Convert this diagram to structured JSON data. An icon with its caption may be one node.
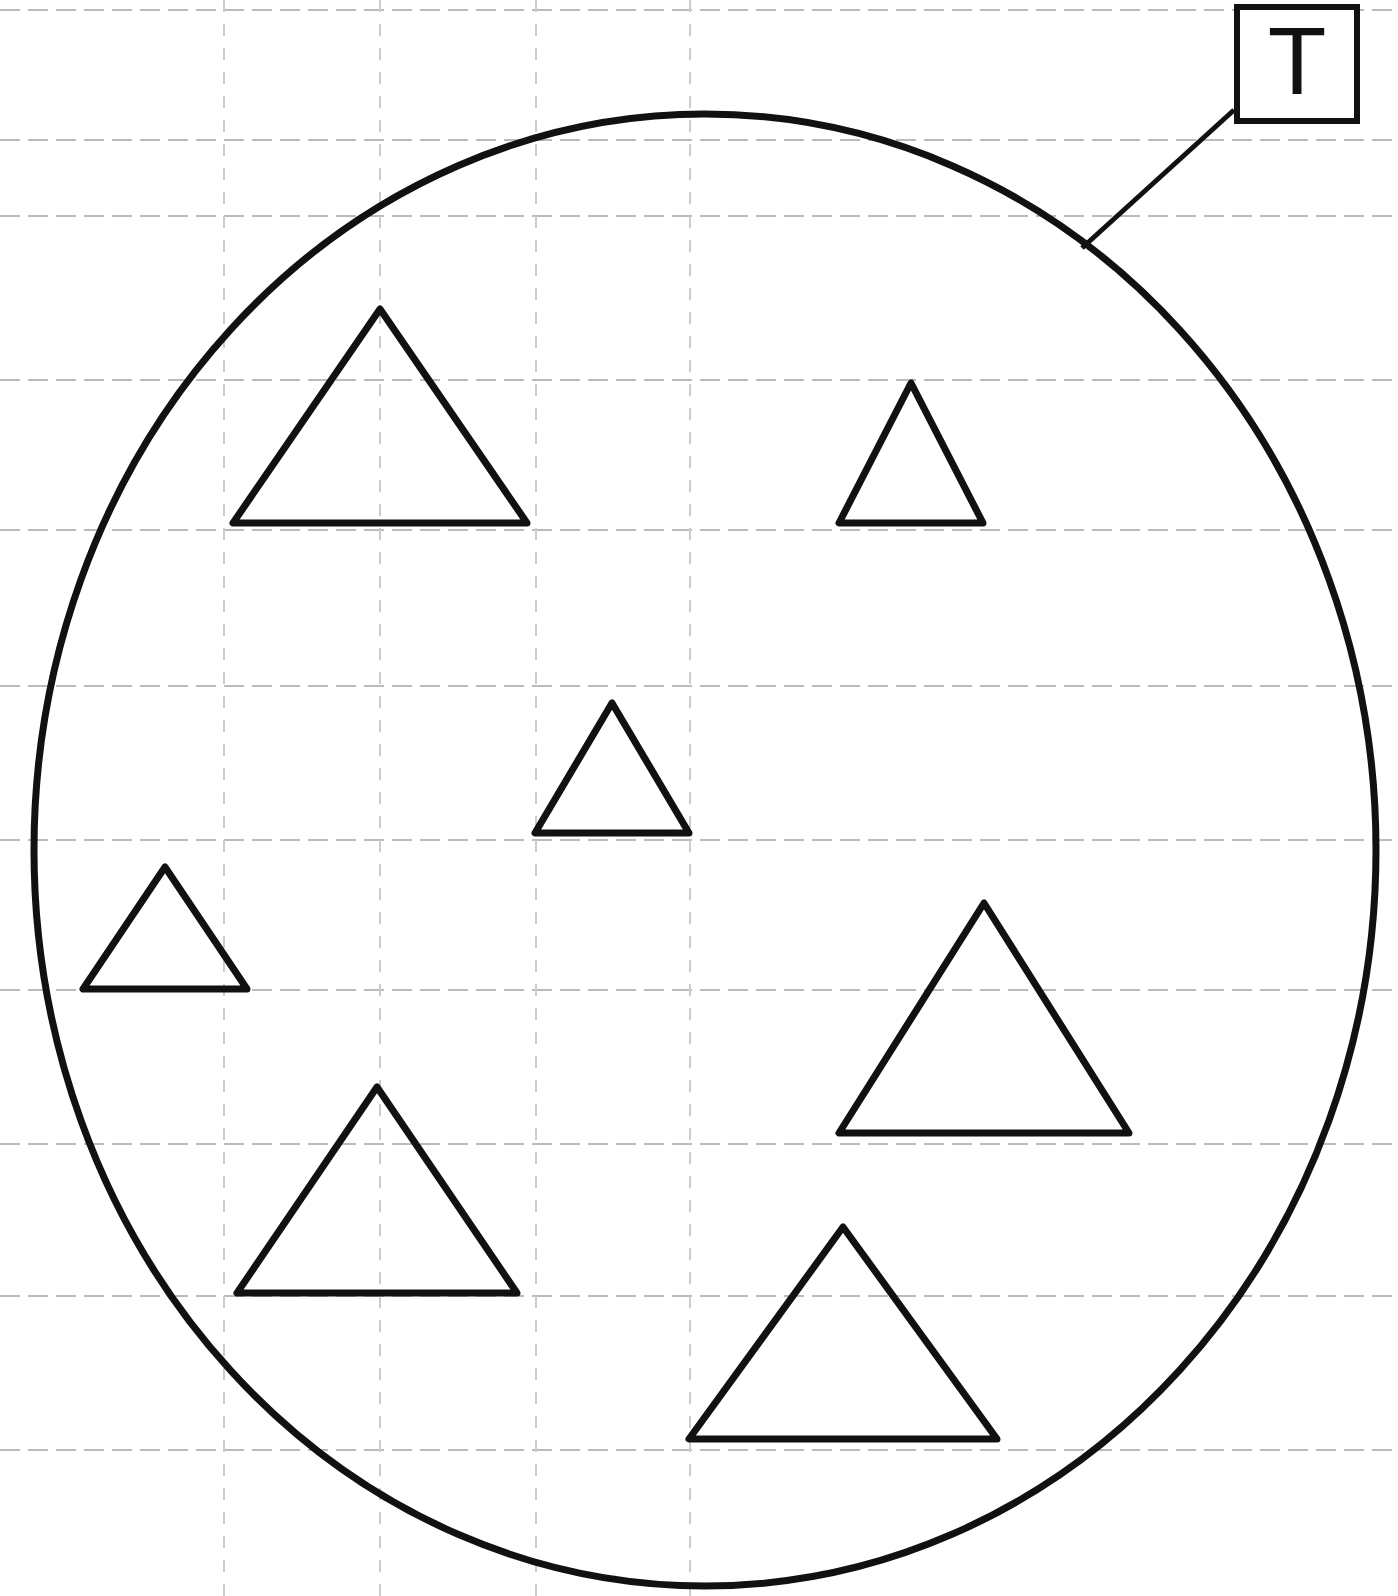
{
  "diagram": {
    "nodes": [
      {
        "text": [
          "T"
        ]
      },
      {
        "text": [],
        "shape": "circle"
      },
      {
        "text": [],
        "shape": "triangle",
        "in": 1
      },
      {
        "text": [],
        "shape": "triangle",
        "in": 1
      },
      {
        "text": [],
        "shape": "triangle",
        "in": 1
      },
      {
        "text": [],
        "shape": "triangle",
        "in": 1
      },
      {
        "text": [],
        "shape": "triangle",
        "in": 1
      },
      {
        "text": [],
        "shape": "triangle",
        "in": 1
      },
      {
        "text": [],
        "shape": "triangle",
        "in": 1
      }
    ],
    "edges": [
      {
        "from": 0,
        "to": 1,
        "arrow": "none"
      }
    ]
  }
}
